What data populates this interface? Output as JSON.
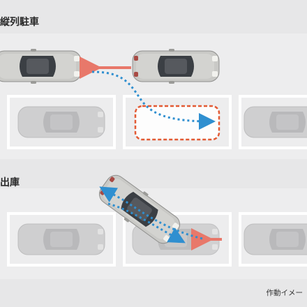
{
  "labels": {
    "parallel_parking": "縦列駐車",
    "exit_parking": "出庫",
    "caption": "作動イメー"
  },
  "colors": {
    "background": "#e7e7e8",
    "band": "#ededee",
    "slot_line": "#ffffff",
    "car_body": "#c9c9c6",
    "car_roof": "#3b3f44",
    "ghost_car": "#cfcfd0",
    "red_arrow": "#e8786a",
    "blue_path": "#2f8fd0",
    "target_outline": "#e35a34",
    "target_fill": "#fdfdfd"
  }
}
